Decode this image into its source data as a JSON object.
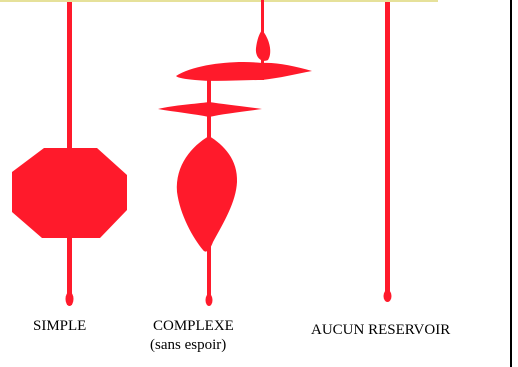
{
  "colors": {
    "fluid": "#ff1a2b",
    "top_line": "#e6e19a",
    "frame": "#000000",
    "background": "#ffffff"
  },
  "labels": {
    "simple": "SIMPLE",
    "complex": "COMPLEXE",
    "complex_sub": "(sans espoir)",
    "none": "AUCUN  RESERVOIR"
  }
}
